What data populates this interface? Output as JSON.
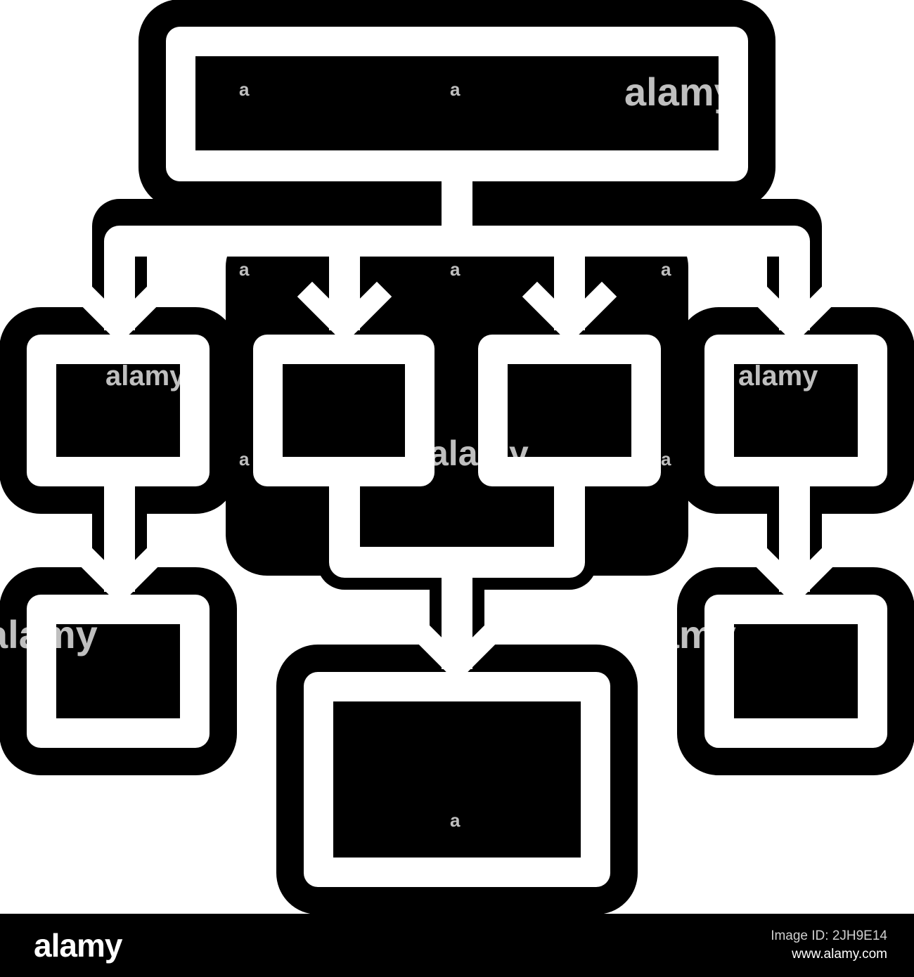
{
  "image": {
    "subject": "hierarchy-flowchart-icon",
    "colors": {
      "primary": "#000000",
      "background": "#ffffff"
    }
  },
  "diagram": {
    "nodes": [
      {
        "id": "root"
      },
      {
        "id": "level1-a"
      },
      {
        "id": "level1-b"
      },
      {
        "id": "level1-c"
      },
      {
        "id": "level1-d"
      },
      {
        "id": "level2-left"
      },
      {
        "id": "level2-center"
      },
      {
        "id": "level2-right"
      }
    ],
    "edges": [
      {
        "from": "root",
        "to": "level1-a"
      },
      {
        "from": "root",
        "to": "level1-b"
      },
      {
        "from": "root",
        "to": "level1-c"
      },
      {
        "from": "root",
        "to": "level1-d"
      },
      {
        "from": "level1-a",
        "to": "level2-left"
      },
      {
        "from": "level1-b",
        "to": "level2-center"
      },
      {
        "from": "level1-c",
        "to": "level2-center"
      },
      {
        "from": "level1-d",
        "to": "level2-right"
      }
    ]
  },
  "watermark": {
    "word": "alamy",
    "letter": "a"
  },
  "footer": {
    "brand": "alamy",
    "image_id": "Image ID: 2JH9E14",
    "site": "www.alamy.com"
  }
}
